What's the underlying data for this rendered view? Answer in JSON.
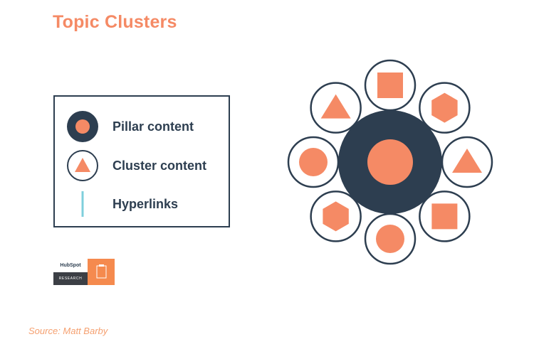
{
  "title": "Topic Clusters",
  "legend": {
    "items": [
      {
        "label": "Pillar content",
        "symbol": "pillar"
      },
      {
        "label": "Cluster content",
        "symbol": "cluster"
      },
      {
        "label": "Hyperlinks",
        "symbol": "hyperlink"
      }
    ]
  },
  "logo": {
    "brand": "HubSpot",
    "subtitle": "RESEARCH"
  },
  "source": "Source: Matt Barby",
  "diagram": {
    "pillar_shape": "circle",
    "clusters": [
      {
        "position": "top",
        "shape": "square"
      },
      {
        "position": "top-right",
        "shape": "hexagon"
      },
      {
        "position": "right",
        "shape": "triangle"
      },
      {
        "position": "bottom-right",
        "shape": "square"
      },
      {
        "position": "bottom",
        "shape": "circle"
      },
      {
        "position": "bottom-left",
        "shape": "hexagon"
      },
      {
        "position": "left",
        "shape": "circle"
      },
      {
        "position": "top-left",
        "shape": "triangle"
      }
    ]
  },
  "colors": {
    "navy": "#2d3e50",
    "orange": "#f58a65",
    "teal": "#7fcfdc",
    "source_text": "#f5a070"
  }
}
